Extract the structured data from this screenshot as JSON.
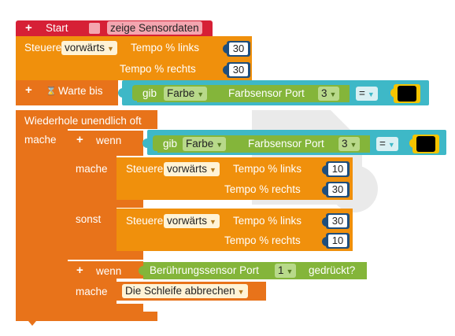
{
  "colors": {
    "start_red": "#d62036",
    "orange_motor": "#f0900c",
    "orange_control": "#e8731a",
    "sensor_teal": "#3eb8c7",
    "sensor_green": "#84b53a",
    "number_dark": "#1f4e7c",
    "color_black": "#000000",
    "color_swatch_border": "#f5c400"
  },
  "start": {
    "icon": "plus-icon",
    "plus": "+",
    "label": "Start",
    "checkbox_label": "zeige Sensordaten"
  },
  "motor1": {
    "label": "Steuere",
    "direction": "vorwärts",
    "speed_left_label": "Tempo %  links",
    "speed_left": "30",
    "speed_right_label": "Tempo %  rechts",
    "speed_right": "30"
  },
  "wait": {
    "plus": "+",
    "icon": "hourglass-icon",
    "label": "Warte bis",
    "condition": {
      "label": "gib",
      "mode": "Farbe",
      "sensor_label": "Farbsensor  Port",
      "port": "3",
      "operator": "=",
      "color": "#000000"
    }
  },
  "loop": {
    "label": "Wiederhole unendlich oft",
    "do_label": "mache",
    "if1": {
      "plus": "+",
      "label": "wenn",
      "condition": {
        "label": "gib",
        "mode": "Farbe",
        "sensor_label": "Farbsensor  Port",
        "port": "3",
        "operator": "=",
        "color": "#000000"
      },
      "do_label": "mache",
      "do_motor": {
        "label": "Steuere",
        "direction": "vorwärts",
        "speed_left_label": "Tempo %  links",
        "speed_left": "10",
        "speed_right_label": "Tempo %  rechts",
        "speed_right": "30"
      },
      "else_label": "sonst",
      "else_motor": {
        "label": "Steuere",
        "direction": "vorwärts",
        "speed_left_label": "Tempo %  links",
        "speed_left": "30",
        "speed_right_label": "Tempo %  rechts",
        "speed_right": "10"
      }
    },
    "if2": {
      "plus": "+",
      "label": "wenn",
      "condition": {
        "label": "Berührungssensor  Port",
        "port": "1",
        "suffix": "gedrückt?"
      },
      "do_label": "mache",
      "break_label": "Die Schleife abbrechen"
    }
  }
}
